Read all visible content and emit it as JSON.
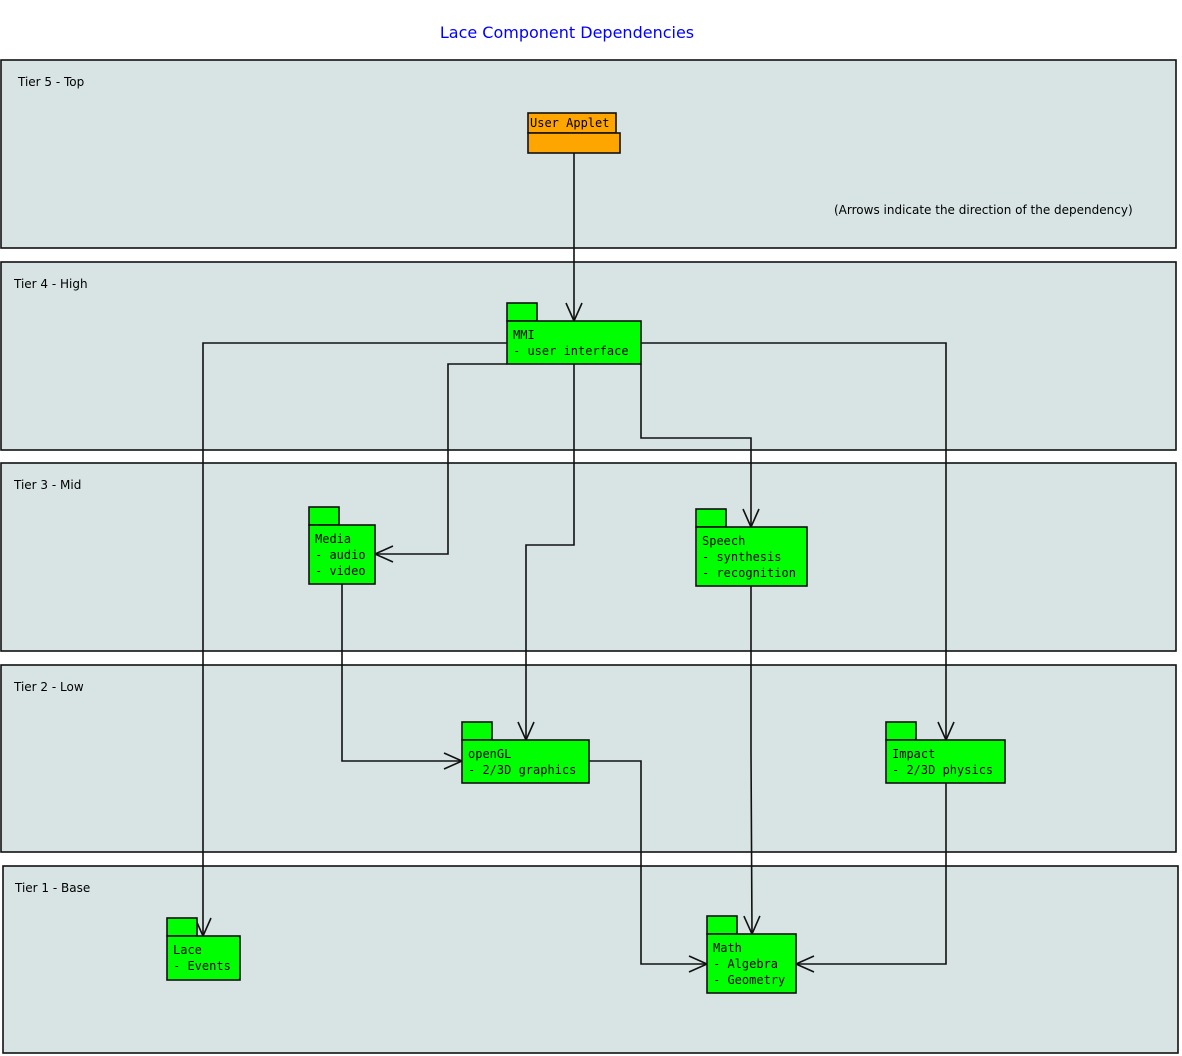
{
  "title": "Lace Component Dependencies",
  "note": "(Arrows indicate the direction of the dependency)",
  "colors": {
    "tier_bg": "#d8e4e4",
    "package": "#00ff00",
    "applet": "#ffa500",
    "title": "#0000ff"
  },
  "tiers": [
    "Tier 5 - Top",
    "Tier 4 - High",
    "Tier 3 - Mid",
    "Tier 2 - Low",
    "Tier 1 - Base"
  ],
  "packages": {
    "applet": {
      "tab_label": "User Applet",
      "lines": []
    },
    "mmi": {
      "lines": [
        "MMI",
        "- user interface"
      ]
    },
    "media": {
      "lines": [
        "Media",
        "- audio",
        "- video"
      ]
    },
    "speech": {
      "lines": [
        "Speech",
        "- synthesis",
        "- recognition"
      ]
    },
    "opengl": {
      "lines": [
        "openGL",
        "- 2/3D graphics"
      ]
    },
    "impact": {
      "lines": [
        "Impact",
        "- 2/3D physics"
      ]
    },
    "lace": {
      "lines": [
        "Lace",
        "- Events"
      ]
    },
    "math": {
      "lines": [
        "Math",
        "- Algebra",
        "- Geometry"
      ]
    }
  },
  "dependencies": [
    {
      "from": "applet",
      "to": "mmi"
    },
    {
      "from": "mmi",
      "to": "lace"
    },
    {
      "from": "mmi",
      "to": "impact"
    },
    {
      "from": "mmi",
      "to": "media"
    },
    {
      "from": "mmi",
      "to": "opengl"
    },
    {
      "from": "mmi",
      "to": "speech"
    },
    {
      "from": "media",
      "to": "opengl"
    },
    {
      "from": "speech",
      "to": "math"
    },
    {
      "from": "opengl",
      "to": "math"
    },
    {
      "from": "impact",
      "to": "math"
    }
  ]
}
